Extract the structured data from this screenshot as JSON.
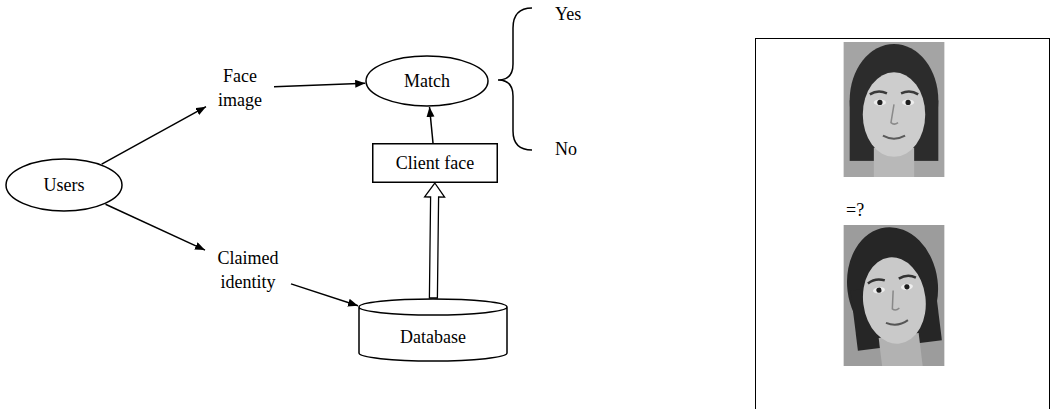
{
  "diagram": {
    "nodes": [
      {
        "text": [
          "Users"
        ]
      },
      {
        "text": [
          "Face image"
        ]
      },
      {
        "text": [
          "Match"
        ]
      },
      {
        "text": [
          "Client face"
        ]
      },
      {
        "text": [
          "Claimed identity"
        ]
      },
      {
        "text": [
          "Database"
        ]
      }
    ],
    "edges": [
      {
        "from": 0,
        "to": 1,
        "arrow": "to"
      },
      {
        "from": 0,
        "to": 4,
        "arrow": "to"
      },
      {
        "from": 1,
        "to": 2,
        "arrow": "to"
      },
      {
        "from": 3,
        "to": 2,
        "arrow": "to"
      },
      {
        "from": 4,
        "to": 5,
        "arrow": "to"
      },
      {
        "from": 5,
        "to": 3,
        "arrow": "to"
      }
    ],
    "labels": [
      "Yes",
      "No",
      "=?"
    ]
  }
}
